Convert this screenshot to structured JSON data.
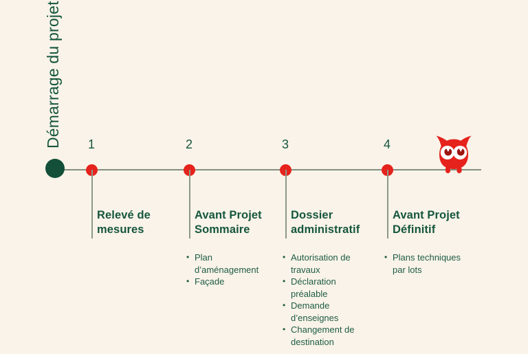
{
  "diagram": {
    "start_label": "Démarrage du projet",
    "bullet_char": "•",
    "phases": [
      {
        "number": "1",
        "title": "Relevé de mesures",
        "items": []
      },
      {
        "number": "2",
        "title": "Avant Projet Sommaire",
        "items": [
          "Plan d’aménagement",
          "Façade"
        ]
      },
      {
        "number": "3",
        "title": "Dossier administratif",
        "items": [
          "Autorisation de travaux",
          "Déclaration préalable",
          "Demande d’enseignes",
          "Changement de destination"
        ]
      },
      {
        "number": "4",
        "title": "Avant Projet Définitif",
        "items": [
          "Plans techniques par lots"
        ]
      }
    ]
  },
  "icons": {
    "mascot": "owl-logo-icon"
  },
  "colors": {
    "background": "#faf3e9",
    "text_green": "#15563d",
    "accent_red": "#e6221c",
    "timeline_line": "#81917f",
    "start_dot_green": "#134f39",
    "owl_pupil": "#9c150f"
  }
}
